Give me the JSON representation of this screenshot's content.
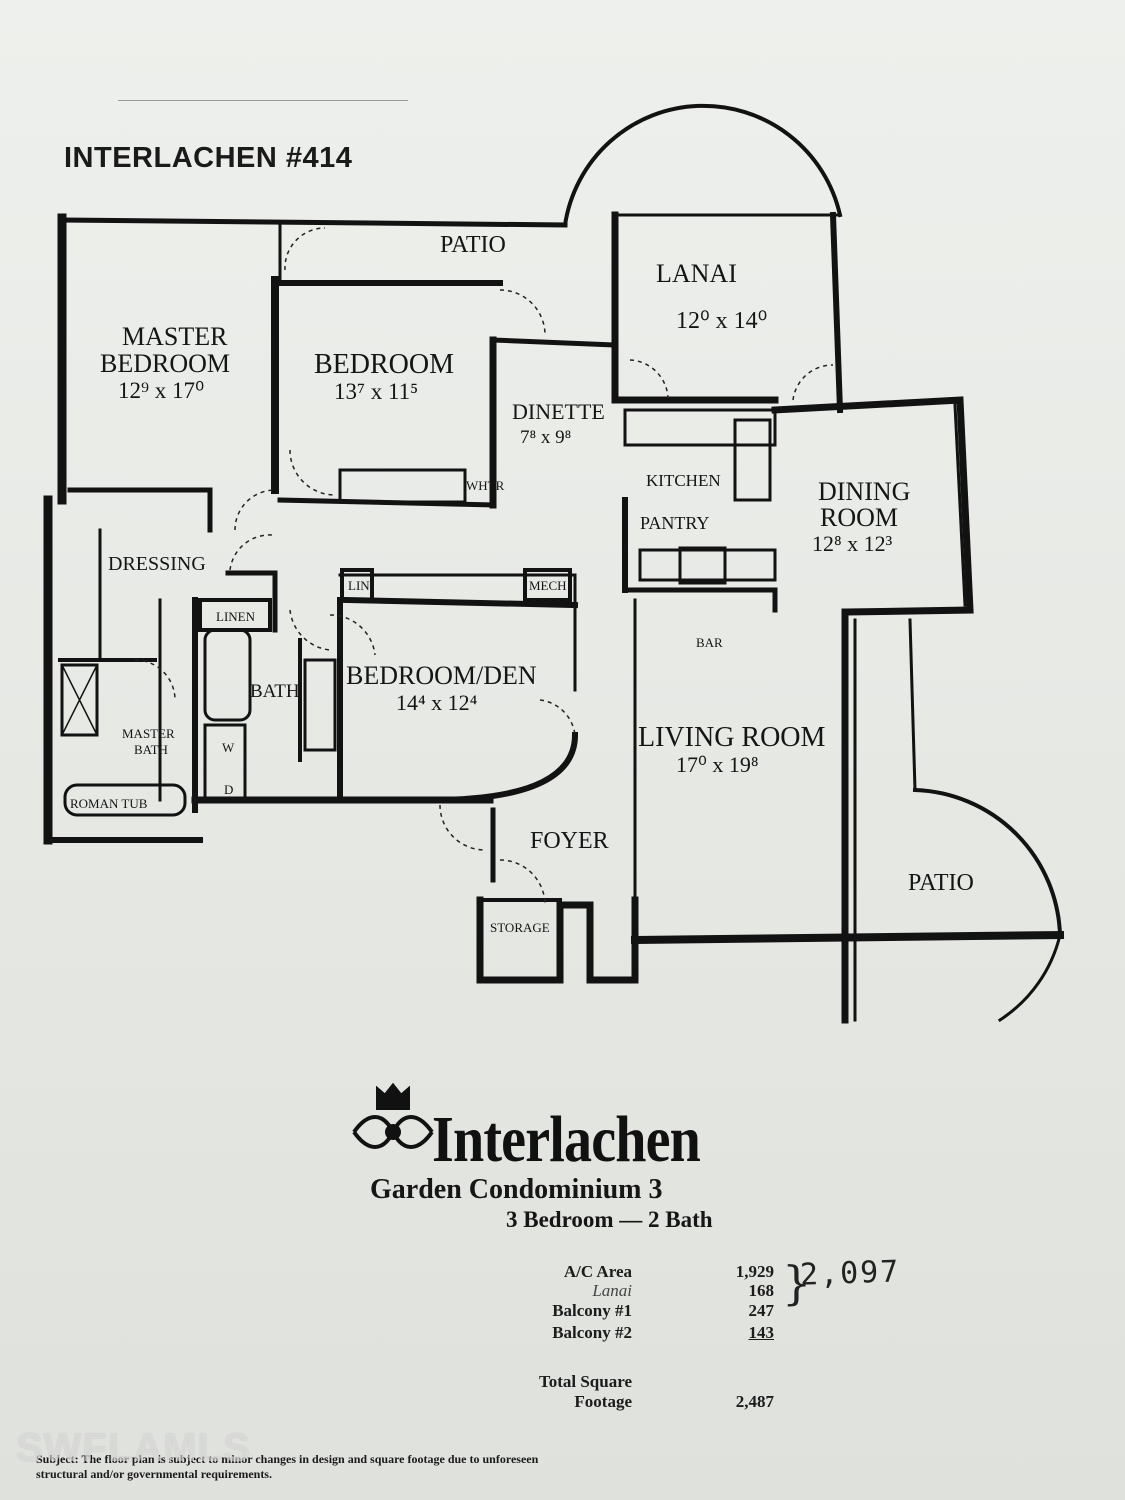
{
  "document": {
    "title": "INTERLACHEN #414"
  },
  "rooms": {
    "patio_top": "PATIO",
    "lanai": {
      "name": "LANAI",
      "dims": "12⁰ x 14⁰"
    },
    "master_bedroom": {
      "name_line1": "MASTER",
      "name_line2": "BEDROOM",
      "dims": "12⁹ x 17⁰"
    },
    "bedroom": {
      "name": "BEDROOM",
      "dims": "13⁷ x 11⁵"
    },
    "dinette": {
      "name": "DINETTE",
      "dims": "7⁸ x 9⁸"
    },
    "kitchen": "KITCHEN",
    "pantry": "PANTRY",
    "dining_room": {
      "name_line1": "DINING",
      "name_line2": "ROOM",
      "dims": "12⁸ x 12³"
    },
    "dressing": "DRESSING",
    "linen": "LINEN",
    "lin": "LIN",
    "mech": "MECH",
    "bath": "BATH",
    "bedroom_den": {
      "name": "BEDROOM/DEN",
      "dims": "14⁴ x 12⁴"
    },
    "bar": "BAR",
    "living_room": {
      "name": "LIVING ROOM",
      "dims": "17⁰ x 19⁸"
    },
    "master_bath_line1": "MASTER",
    "master_bath_line2": "BATH",
    "roman_tub": "ROMAN TUB",
    "washer": "W",
    "dryer": "D",
    "whtr": "WHTR",
    "foyer": "FOYER",
    "storage": "STORAGE",
    "patio_right": "PATIO"
  },
  "brand": {
    "name": "Interlachen",
    "subtitle": "Garden Condominium 3",
    "tagline": "3 Bedroom — 2 Bath"
  },
  "areas": [
    {
      "label": "A/C Area",
      "value": "1,929"
    },
    {
      "label": "Lanai",
      "value": "168"
    },
    {
      "label": "Balcony #1",
      "value": "247"
    },
    {
      "label": "Balcony #2",
      "value": "143"
    }
  ],
  "area_sum_handwritten": "2,097",
  "total": {
    "label_line1": "Total Square",
    "label_line2": "Footage",
    "value": "2,487"
  },
  "disclaimer": "Subject: The floor plan is subject to minor changes in design and square footage due to unforeseen structural and/or governmental requirements.",
  "watermark": "SWFLAMLS",
  "colors": {
    "ink": "#141414",
    "paper": "#e9ebe8"
  }
}
